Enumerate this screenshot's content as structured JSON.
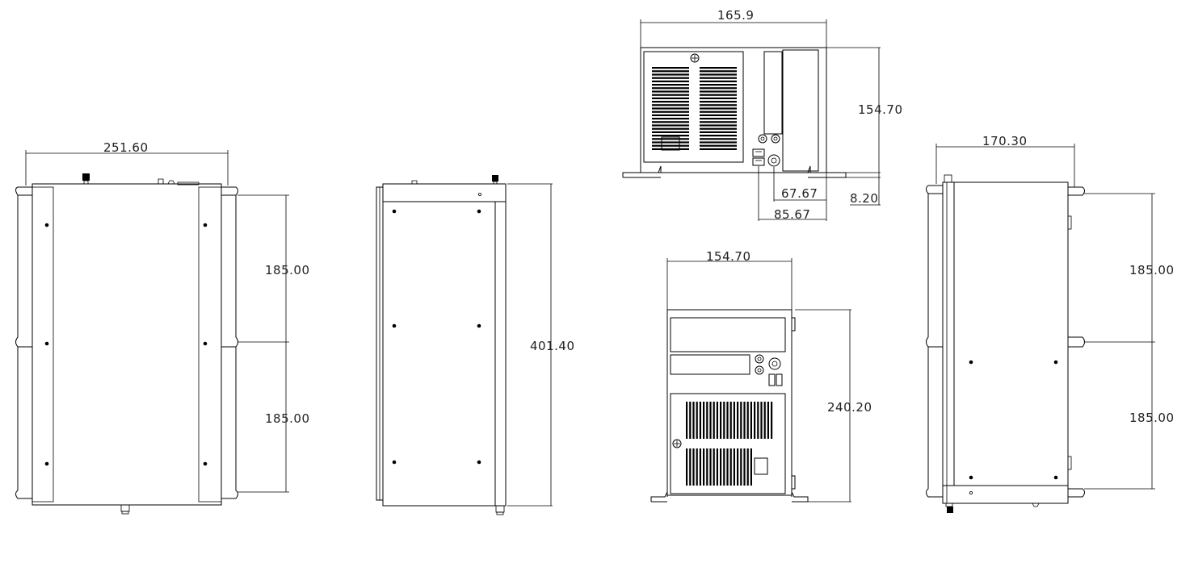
{
  "drawing": {
    "type": "mechanical dimension drawing",
    "dimensions": {
      "top_width": "251.60",
      "top_spacing_1": "185.00",
      "top_spacing_2": "185.00",
      "side_length": "401.40",
      "front_width": "165.9",
      "front_height": "154.70",
      "front_io_offset_1": "67.67",
      "front_io_offset_2": "85.67",
      "front_foot": "8.20",
      "rear_width": "154.70",
      "rear_height": "240.20",
      "right_width": "170.30",
      "right_spacing_1": "185.00",
      "right_spacing_2": "185.00"
    }
  }
}
